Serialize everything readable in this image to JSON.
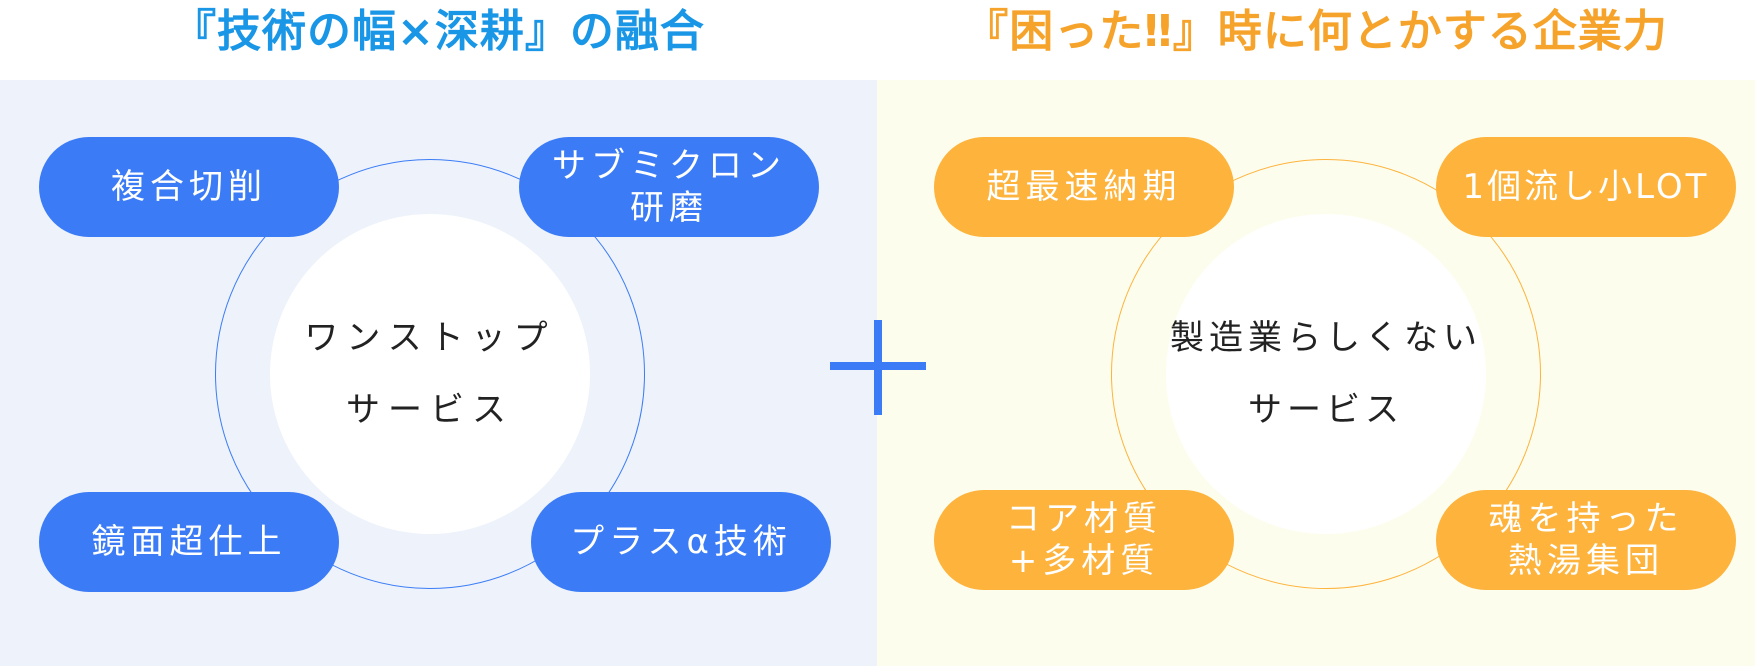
{
  "colors": {
    "blue": "#3b7cf6",
    "blue_heading": "#1a96e6",
    "blue_bg": "#edf2fb",
    "orange": "#fdb33c",
    "orange_heading": "#f6a32b",
    "yellow_bg": "#fdfdee"
  },
  "left": {
    "heading": "『技術の幅×深耕』の融合",
    "core": {
      "line1": "ワンストップ",
      "line2": "サービス"
    },
    "pills": [
      {
        "line1": "複合切削",
        "line2": ""
      },
      {
        "line1": "サブミクロン",
        "line2": "研磨"
      },
      {
        "line1": "鏡面超仕上",
        "line2": ""
      },
      {
        "line1": "プラスα技術",
        "line2": ""
      }
    ]
  },
  "plus_icon": "plus-icon",
  "right": {
    "heading": "『困った‼』時に何とかする企業力",
    "core": {
      "line1": "製造業らしくない",
      "line2": "サービス"
    },
    "pills": [
      {
        "line1": "超最速納期",
        "line2": ""
      },
      {
        "line1": "1個流し小LOT",
        "line2": ""
      },
      {
        "line1": "コア材質",
        "line2": "+多材質"
      },
      {
        "line1": "魂を持った",
        "line2": "熱湯集団"
      }
    ]
  }
}
